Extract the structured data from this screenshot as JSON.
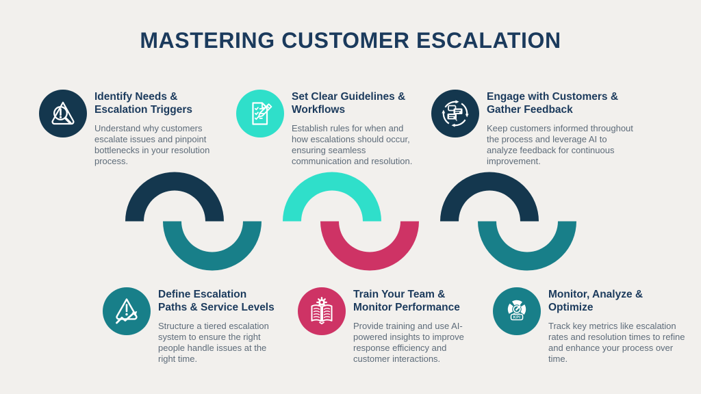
{
  "title": "MASTERING CUSTOMER ESCALATION",
  "colors": {
    "background": "#f0ede9",
    "navy": "#14374e",
    "turquoise": "#2fdfca",
    "teal": "#187f89",
    "pink": "#ce3365",
    "heading": "#1b3a5c",
    "body_text": "#5d6b79"
  },
  "steps": [
    {
      "icon": "magnifier-alert-icon",
      "accent": "#14374e",
      "title_lines": [
        "Identify Needs &",
        "Escalation Triggers"
      ],
      "description": "Understand why customers escalate issues and pinpoint bottlenecks in your resolution process."
    },
    {
      "icon": "checklist-pencil-icon",
      "accent": "#2fdfca",
      "title_lines": [
        "Set Clear Guidelines &",
        "Workflows"
      ],
      "description": "Establish rules for when and how escalations should occur, ensuring seamless communication and resolution."
    },
    {
      "icon": "chat-cycle-icon",
      "accent": "#14374e",
      "title_lines": [
        "Engage with Customers &",
        "Gather Feedback"
      ],
      "description": "Keep customers informed throughout the process and leverage AI to analyze feedback for continuous improvement."
    },
    {
      "icon": "warning-trend-icon",
      "accent": "#187f89",
      "title_lines": [
        "Define Escalation",
        "Paths & Service Levels"
      ],
      "description": "Structure a tiered escalation system to ensure the right people handle issues at the right time."
    },
    {
      "icon": "book-gear-icon",
      "accent": "#ce3365",
      "title_lines": [
        "Train Your Team &",
        "Monitor Performance"
      ],
      "description": "Provide training and use AI-powered insights to improve response efficiency and customer interactions."
    },
    {
      "icon": "kpi-gauge-icon",
      "accent": "#187f89",
      "title_lines": [
        "Monitor, Analyze &",
        "Optimize"
      ],
      "description": "Track key metrics like escalation rates and resolution times to refine and enhance your process over time."
    }
  ],
  "kpi_label": "KPI",
  "chain": {
    "links": [
      {
        "top_color": "#14374e",
        "bottom_color": "#187f89"
      },
      {
        "top_color": "#2fdfca",
        "bottom_color": "#ce3365"
      },
      {
        "top_color": "#14374e",
        "bottom_color": "#187f89"
      }
    ]
  }
}
